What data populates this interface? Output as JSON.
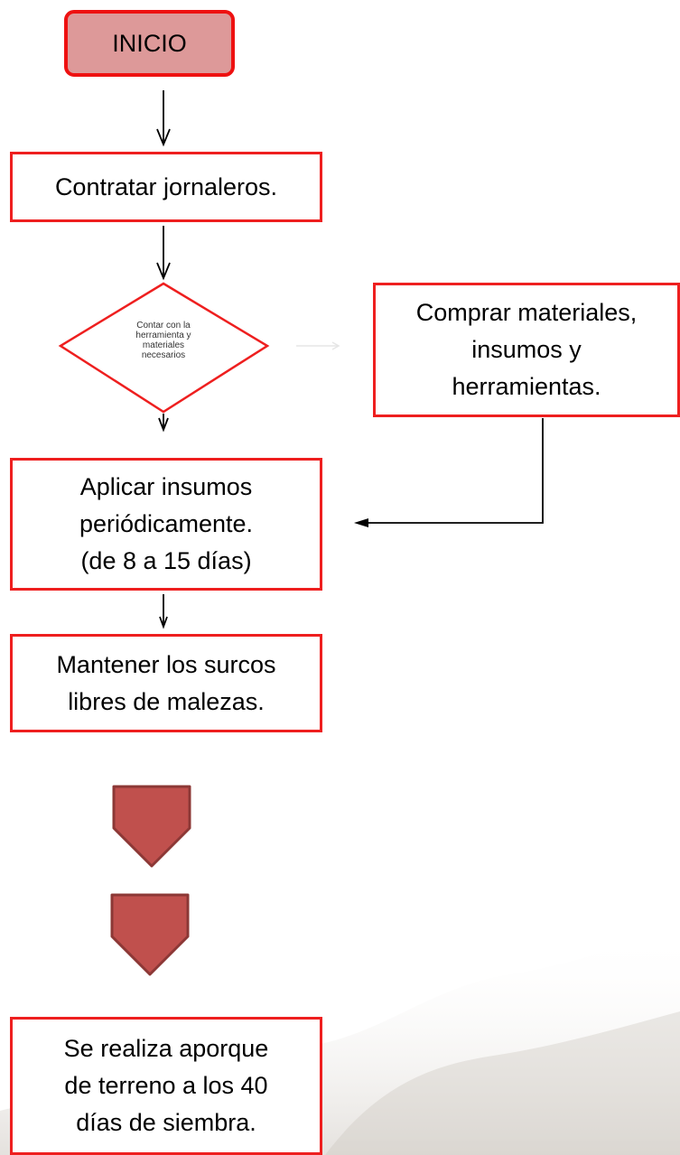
{
  "colors": {
    "node_border": "#ee1f1f",
    "start_fill": "#dd9999",
    "offpage_fill": "#c0504d",
    "offpage_border": "#8c3836",
    "arrow": "#000000"
  },
  "flow": {
    "start": {
      "label": "INICIO"
    },
    "contratar": {
      "label": "Contratar jornaleros."
    },
    "decision": {
      "label": "Contar con la\nherramienta y\nmateriales\nnecesarios"
    },
    "comprar": {
      "label": "Comprar materiales,\ninsumos y\nherramientas."
    },
    "aplicar": {
      "label": "Aplicar insumos\nperiódicamente.\n(de 8 a 15 días)"
    },
    "mantener": {
      "label": "Mantener los surcos\nlibres de malezas."
    },
    "aporque": {
      "label": "Se realiza aporque\nde terreno a los 40\ndías de siembra."
    }
  },
  "offpage_connectors": [
    {
      "shape": "offpage-connector"
    },
    {
      "shape": "offpage-connector"
    }
  ]
}
